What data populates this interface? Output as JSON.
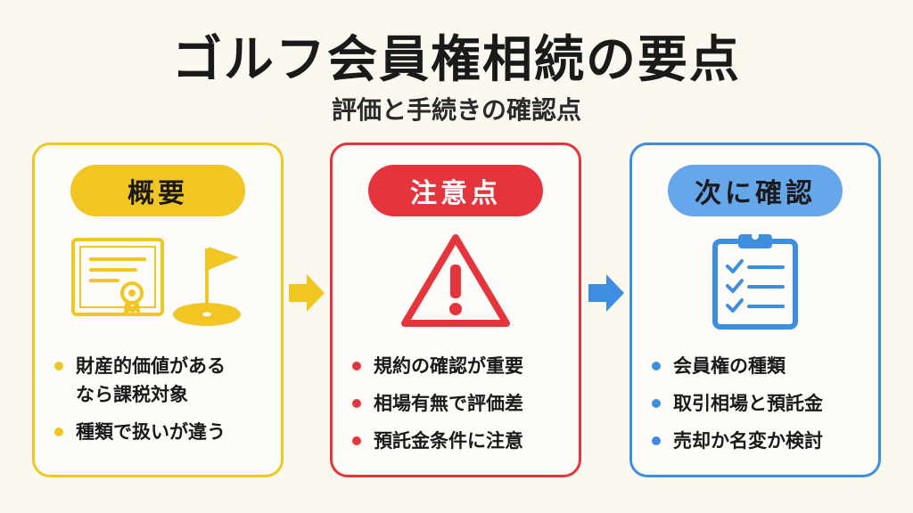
{
  "title": "ゴルフ会員権相続の要点",
  "subtitle": "評価と手続きの確認点",
  "colors": {
    "yellow": "#f2c622",
    "red": "#e6343d",
    "blue": "#3d8ee0"
  },
  "cards": [
    {
      "heading": "概要",
      "icon": "certificate-and-golf-flag-icon",
      "bullets": [
        "財産的価値がある\nなら課税対象",
        "種類で扱いが違う"
      ]
    },
    {
      "heading": "注意点",
      "icon": "warning-triangle-icon",
      "bullets": [
        "規約の確認が重要",
        "相場有無で評価差",
        "預託金条件に注意"
      ]
    },
    {
      "heading": "次に確認",
      "icon": "clipboard-checklist-icon",
      "bullets": [
        "会員権の種類",
        "取引相場と預託金",
        "売却か名変か検討"
      ]
    }
  ],
  "arrows": [
    "arrow-right-icon",
    "arrow-right-icon"
  ]
}
